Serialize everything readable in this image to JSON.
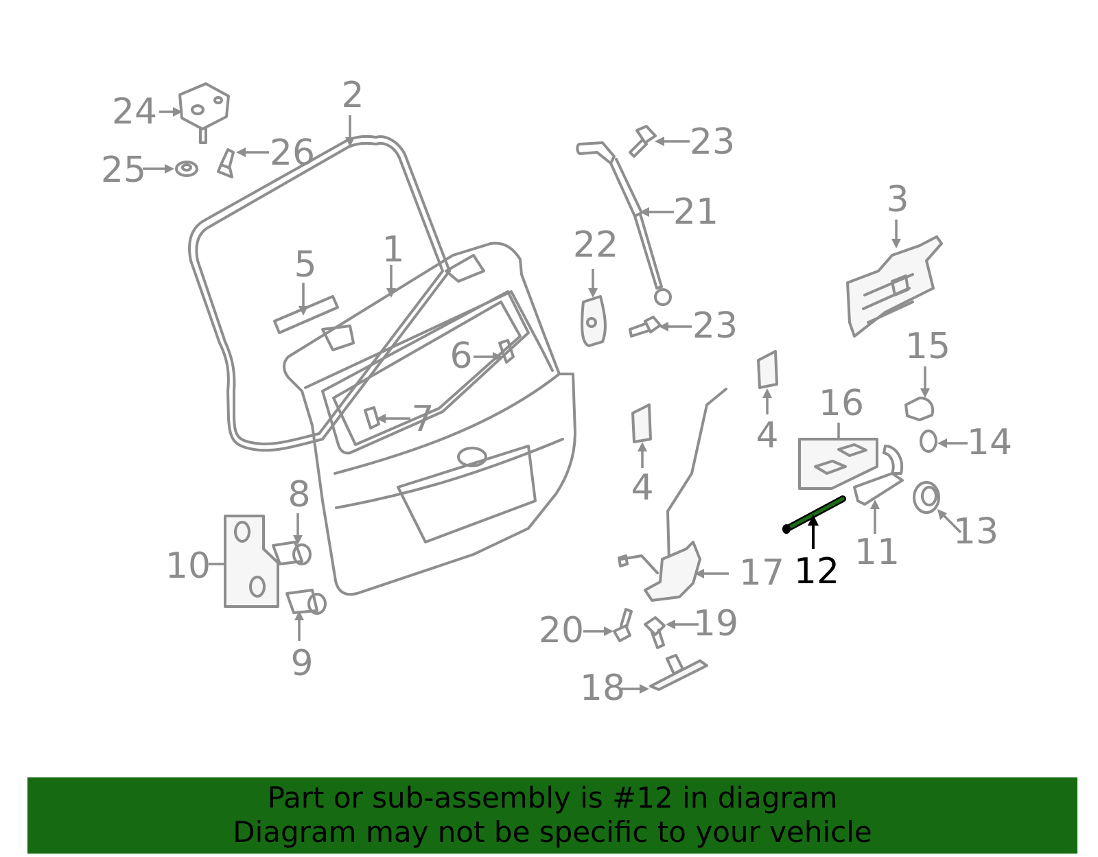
{
  "diagram": {
    "highlighted_part": "12",
    "highlight_color": "#1d6b18",
    "callouts": [
      "1",
      "2",
      "3",
      "4",
      "4",
      "5",
      "6",
      "7",
      "8",
      "9",
      "10",
      "11",
      "12",
      "13",
      "14",
      "15",
      "16",
      "17",
      "18",
      "19",
      "20",
      "21",
      "22",
      "23",
      "23",
      "24",
      "25",
      "26"
    ]
  },
  "footer": {
    "line1": "Part or sub-assembly is #12 in diagram",
    "line2": "Diagram may not be specific to your vehicle",
    "background": "#166b12"
  }
}
